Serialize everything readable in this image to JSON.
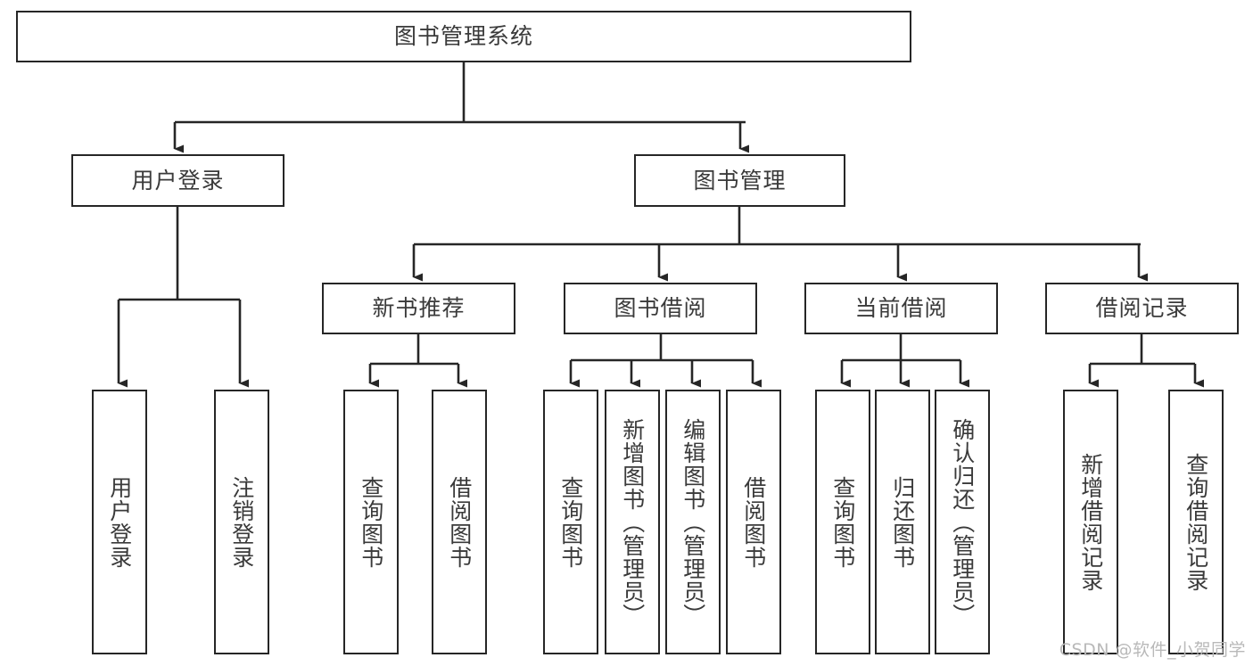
{
  "diagram": {
    "title": "图书管理系统",
    "type": "tree-hierarchy",
    "root": {
      "id": "root",
      "label": "图书管理系统",
      "orientation": "horizontal"
    },
    "level2": [
      {
        "id": "user-login",
        "label": "用户登录",
        "orientation": "horizontal"
      },
      {
        "id": "book-manage",
        "label": "图书管理",
        "orientation": "horizontal"
      }
    ],
    "level3": [
      {
        "id": "new-book-rec",
        "label": "新书推荐",
        "orientation": "horizontal"
      },
      {
        "id": "book-borrow",
        "label": "图书借阅",
        "orientation": "horizontal"
      },
      {
        "id": "current-borrow",
        "label": "当前借阅",
        "orientation": "horizontal"
      },
      {
        "id": "borrow-record",
        "label": "借阅记录",
        "orientation": "horizontal"
      }
    ],
    "leaves": {
      "user_login": [
        {
          "id": "leaf-user-login",
          "label": "用户登录",
          "orientation": "vertical"
        },
        {
          "id": "leaf-logout",
          "label": "注销登录",
          "orientation": "vertical"
        }
      ],
      "new_book_rec": [
        {
          "id": "leaf-query-book-1",
          "label": "查询图书",
          "orientation": "vertical"
        },
        {
          "id": "leaf-borrow-book-1",
          "label": "借阅图书",
          "orientation": "vertical"
        }
      ],
      "book_borrow": [
        {
          "id": "leaf-query-book-2",
          "label": "查询图书",
          "orientation": "vertical"
        },
        {
          "id": "leaf-add-book",
          "label": "新增图书（管理员）",
          "orientation": "vertical"
        },
        {
          "id": "leaf-edit-book",
          "label": "编辑图书（管理员）",
          "orientation": "vertical"
        },
        {
          "id": "leaf-borrow-book-2",
          "label": "借阅图书",
          "orientation": "vertical"
        }
      ],
      "current_borrow": [
        {
          "id": "leaf-query-book-3",
          "label": "查询图书",
          "orientation": "vertical"
        },
        {
          "id": "leaf-return-book",
          "label": "归还图书",
          "orientation": "vertical"
        },
        {
          "id": "leaf-confirm-return",
          "label": "确认归还（管理员）",
          "orientation": "vertical"
        }
      ],
      "borrow_record": [
        {
          "id": "leaf-add-record",
          "label": "新增借阅记录",
          "orientation": "vertical"
        },
        {
          "id": "leaf-query-record",
          "label": "查询借阅记录",
          "orientation": "vertical"
        }
      ]
    },
    "colors": {
      "border": "#262626",
      "text": "#3a3a3a",
      "background": "#ffffff",
      "edge": "#262626",
      "watermark": "#b9b9b9"
    }
  },
  "watermark": {
    "text": "CSDN @软件_小贺同学"
  }
}
